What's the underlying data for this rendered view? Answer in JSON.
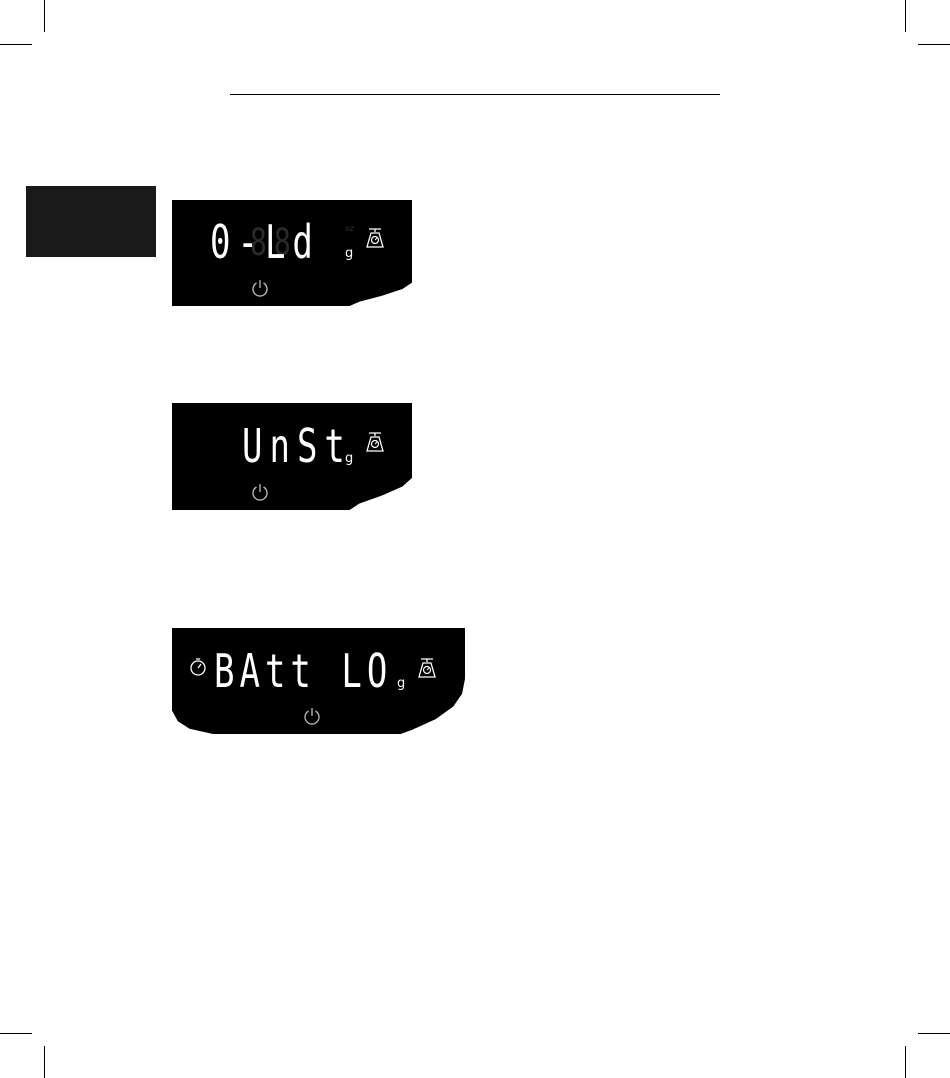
{
  "displays": [
    {
      "reading": "0-Ld",
      "unit": "g",
      "faint_label": "oz"
    },
    {
      "reading": "UnSt",
      "unit": "g"
    },
    {
      "reading": "BAtt LO",
      "unit": "g"
    }
  ],
  "icons": {
    "scale": "scale-icon",
    "power": "power-icon",
    "timer": "timer-icon"
  },
  "colors": {
    "display_bg": "#000000",
    "segment_on": "#ffffff",
    "section_tab": "#1a1a1a"
  }
}
